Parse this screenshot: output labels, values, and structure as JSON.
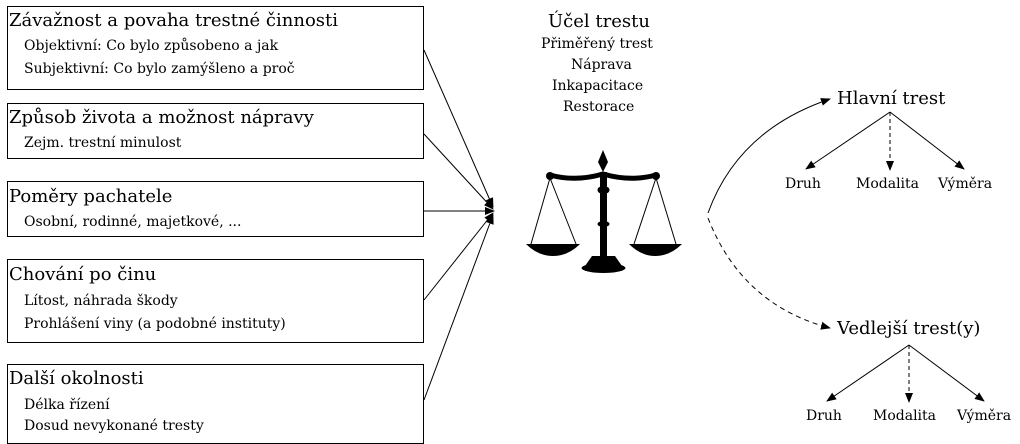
{
  "factors": [
    {
      "title": "Závažnost a povaha trestné činnosti",
      "lines": [
        "Objektivní: Co bylo způsobeno a jak",
        "Subjektivní: Co bylo zamýšleno a proč"
      ]
    },
    {
      "title": "Způsob života a možnost nápravy",
      "lines": [
        "Zejm. trestní minulost"
      ]
    },
    {
      "title": "Poměry pachatele",
      "lines": [
        "Osobní, rodinné, majetkové, ..."
      ]
    },
    {
      "title": "Chování po činu",
      "lines": [
        "Lítost, náhrada škody",
        "Prohlášení viny (a podobné instituty)"
      ]
    },
    {
      "title": "Další okolnosti",
      "lines": [
        "Délka řízení",
        "Dosud nevykonané tresty"
      ]
    }
  ],
  "purpose": {
    "title": "Účel trestu",
    "items": [
      "Přiměřený trest",
      "Náprava",
      "Inkapacitace",
      "Restorace"
    ]
  },
  "scales_icon": "balance-scales-icon",
  "outcomes": [
    {
      "title": "Hlavní trest",
      "line_style": "solid",
      "children": [
        "Druh",
        "Modalita",
        "Výměra"
      ]
    },
    {
      "title": "Vedlejší trest(y)",
      "line_style": "dashed",
      "children": [
        "Druh",
        "Modalita",
        "Výměra"
      ]
    }
  ],
  "colors": {
    "stroke": "#000000",
    "background": "#ffffff"
  }
}
